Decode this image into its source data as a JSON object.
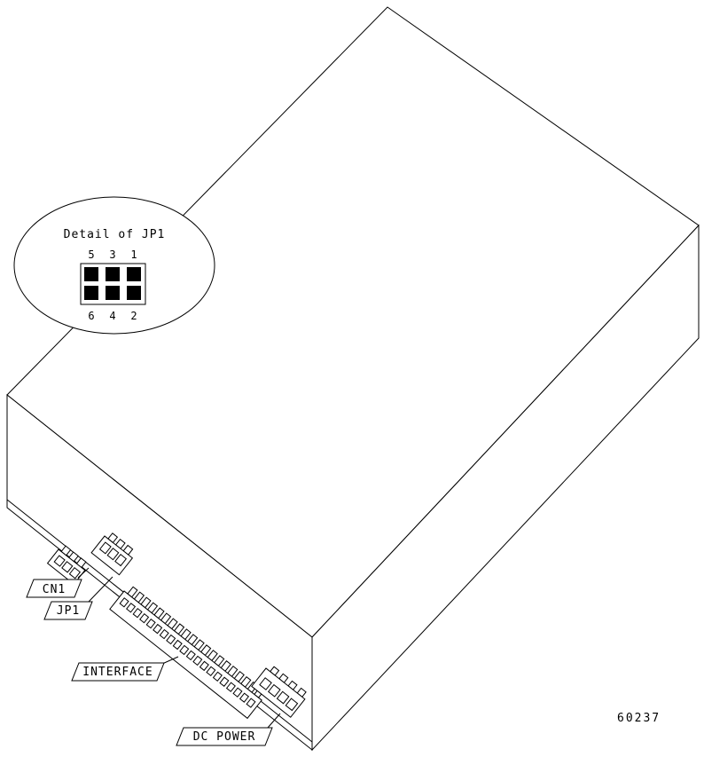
{
  "figure": {
    "number": "60237"
  },
  "detail": {
    "title": "Detail of JP1",
    "pins_top": [
      "5",
      "3",
      "1"
    ],
    "pins_bottom": [
      "6",
      "4",
      "2"
    ]
  },
  "callouts": {
    "cn1": "CN1",
    "jp1": "JP1",
    "interface": "INTERFACE",
    "dc_power": "DC POWER"
  },
  "colors": {
    "line": "#000000",
    "background": "#ffffff",
    "jumper_pin_fill": "#000000"
  }
}
